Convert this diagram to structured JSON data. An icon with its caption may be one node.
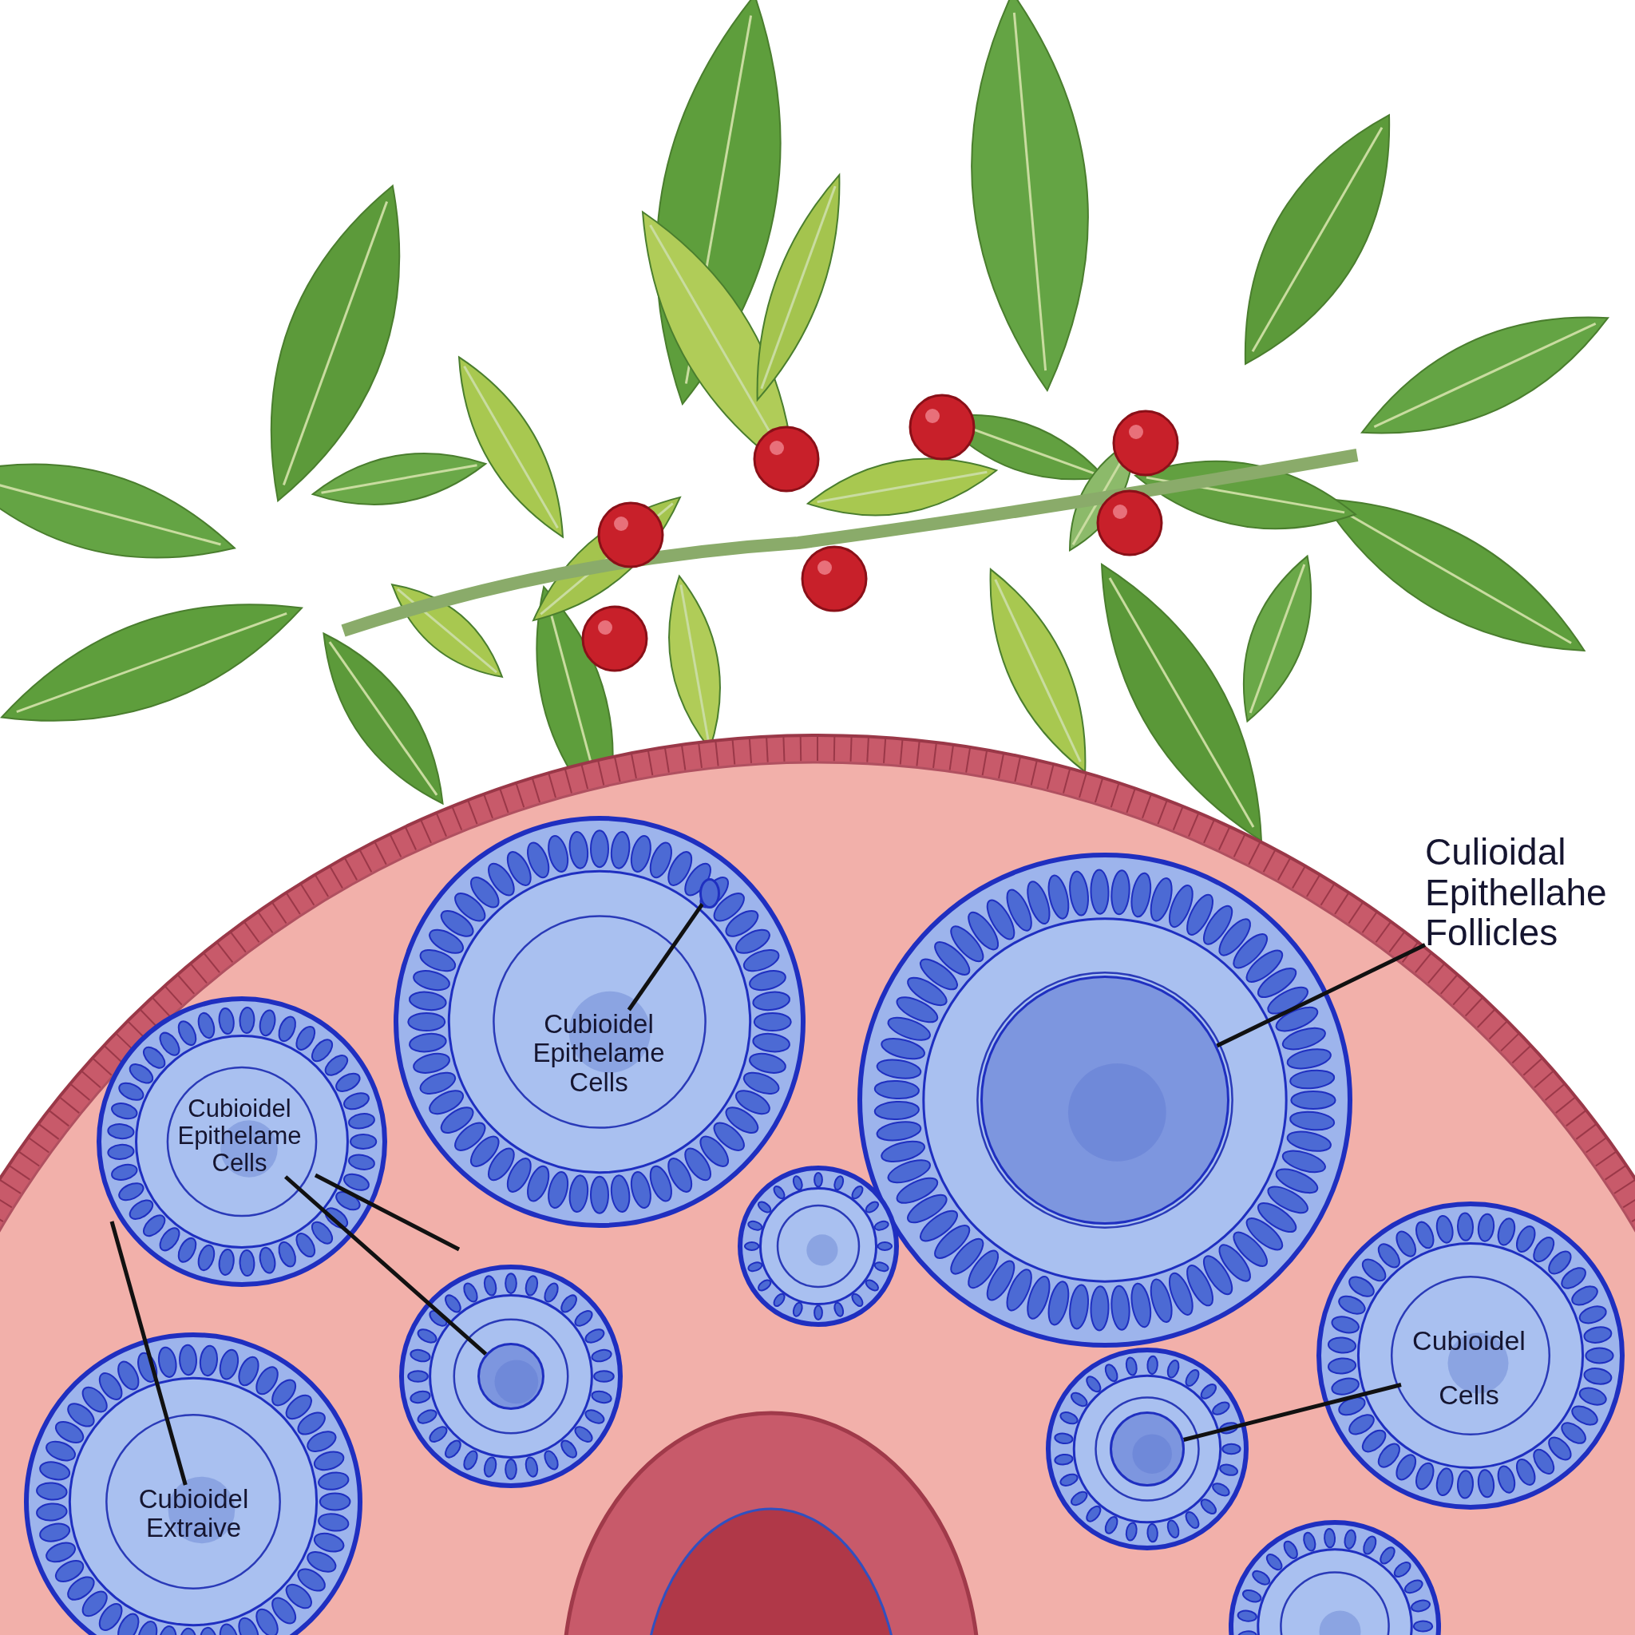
{
  "diagram": {
    "nodes": [
      {
        "text": [
          "Culioidal Epithellahe Follicles"
        ]
      },
      {
        "text": [],
        "shape": "circle"
      },
      {
        "text": [
          "Cubioidel Epithelame Cells"
        ]
      },
      {
        "text": [],
        "shape": "circle"
      },
      {
        "text": [
          "Cubioidel Epithelame Cells"
        ]
      },
      {
        "text": [],
        "shape": "circle"
      },
      {
        "text": [
          "Cubioidel Extraive"
        ]
      },
      {
        "text": [
          "Cubioidel Cells"
        ]
      },
      {
        "text": [],
        "shape": "circle"
      }
    ],
    "edges": [
      {
        "from": 0,
        "to": 1,
        "arrow": "none"
      },
      {
        "from": 2,
        "to": 3,
        "arrow": "none"
      },
      {
        "from": 4,
        "to": null,
        "arrow": "none"
      },
      {
        "from": 4,
        "to": 5,
        "arrow": "none"
      },
      {
        "from": 6,
        "to": null,
        "arrow": "none"
      },
      {
        "from": 7,
        "to": 8,
        "arrow": "none"
      }
    ]
  }
}
